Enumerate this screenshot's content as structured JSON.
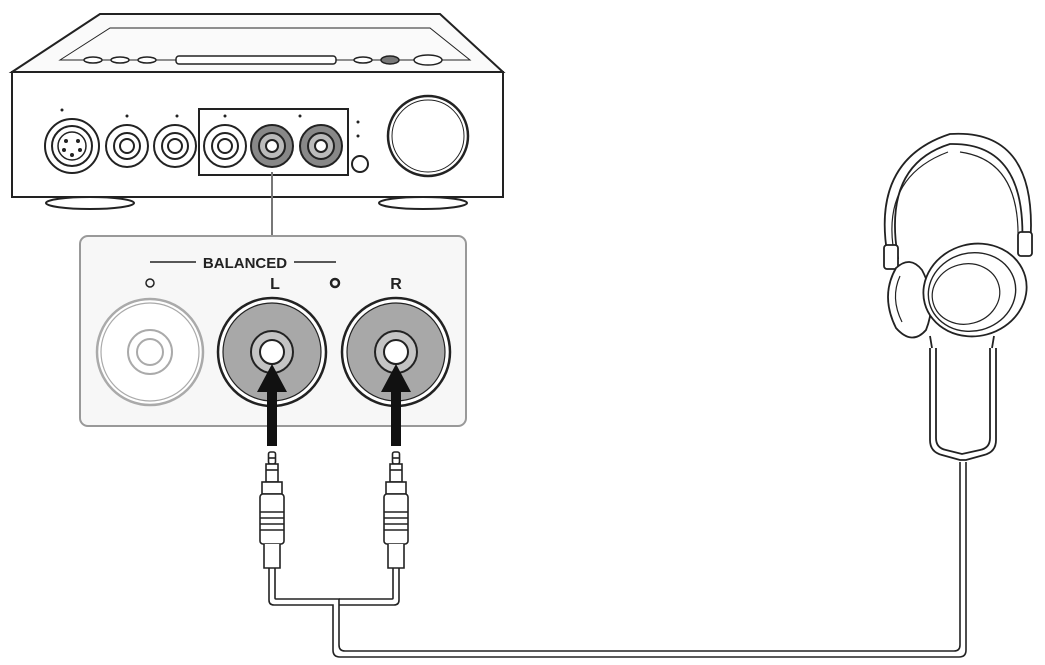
{
  "panel": {
    "group_label": "BALANCED",
    "left_label": "L",
    "right_label": "R"
  },
  "colors": {
    "line": "#222222",
    "jack_fill": "#a8a8a8",
    "jack_plain": "#ffffff",
    "panel_bg": "#f7f7f7",
    "device_body": "#ffffff"
  },
  "icons": [
    "amplifier-device",
    "headphones-icon",
    "jack-plug-icon",
    "arrow-up-icon"
  ]
}
